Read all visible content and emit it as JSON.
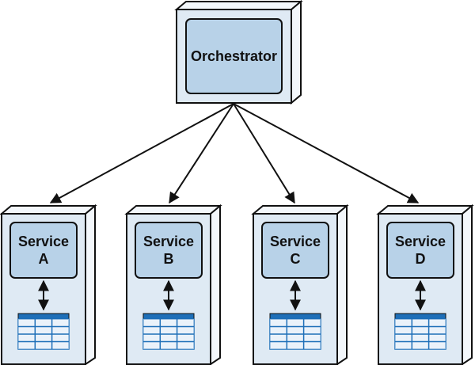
{
  "diagram": {
    "orchestrator": {
      "label": "Orchestrator"
    },
    "services": [
      {
        "line1": "Service",
        "line2": "A"
      },
      {
        "line1": "Service",
        "line2": "B"
      },
      {
        "line1": "Service",
        "line2": "C"
      },
      {
        "line1": "Service",
        "line2": "D"
      }
    ],
    "colors": {
      "box_fill": "#dfeaf4",
      "box_side": "#f3f7fb",
      "inner_fill": "#b8d2e8",
      "table_header": "#1e6fb8",
      "table_cell": "#ffffff",
      "stroke": "#111111"
    }
  }
}
